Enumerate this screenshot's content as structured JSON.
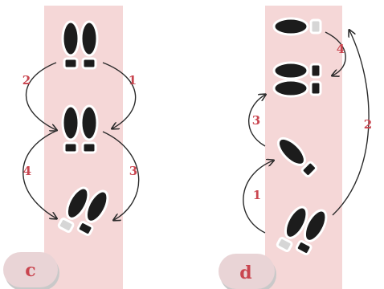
{
  "colors": {
    "strip": "#f5d7d7",
    "shoe": "#1c1c1c",
    "shoe_outline": "#ffffff",
    "shadow_outline": "#b9b9b9",
    "heel_dark": "#1c1c1c",
    "heel_light": "#d6d6d6",
    "arrow": "#2a2a2a",
    "number": "#c9454f",
    "badge": "#e9d4d6"
  },
  "panel_c": {
    "label": "c",
    "steps": [
      "1",
      "2",
      "3",
      "4"
    ]
  },
  "panel_d": {
    "label": "d",
    "steps": [
      "1",
      "2",
      "3",
      "4"
    ]
  }
}
